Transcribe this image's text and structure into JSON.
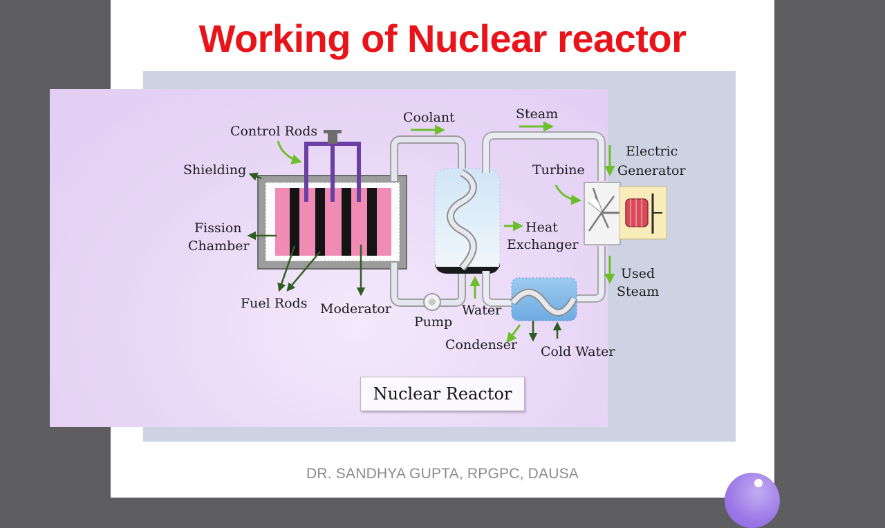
{
  "slide": {
    "title": "Working of Nuclear reactor",
    "credit": "DR. SANDHYA GUPTA, RPGPC, DAUSA"
  },
  "diagram": {
    "caption": "Nuclear Reactor",
    "labels": {
      "control_rods": "Control Rods",
      "shielding": "Shielding",
      "fission_chamber_1": "Fission",
      "fission_chamber_2": "Chamber",
      "fuel_rods": "Fuel Rods",
      "moderator": "Moderator",
      "coolant": "Coolant",
      "pump": "Pump",
      "water": "Water",
      "steam": "Steam",
      "heat_exchanger_1": "Heat",
      "heat_exchanger_2": "Exchanger",
      "turbine": "Turbine",
      "electric_generator_1": "Electric",
      "electric_generator_2": "Generator",
      "used_steam_1": "Used",
      "used_steam_2": "Steam",
      "condenser": "Condenser",
      "cold_water": "Cold Water"
    },
    "colors": {
      "arrow_green": "#6cbf2a",
      "pointer_dark_green": "#2f5e22",
      "control_rod_purple": "#6a3fa3",
      "fuel_pink": "#f08cb4",
      "pipe_grey": "#d9dde6"
    }
  }
}
